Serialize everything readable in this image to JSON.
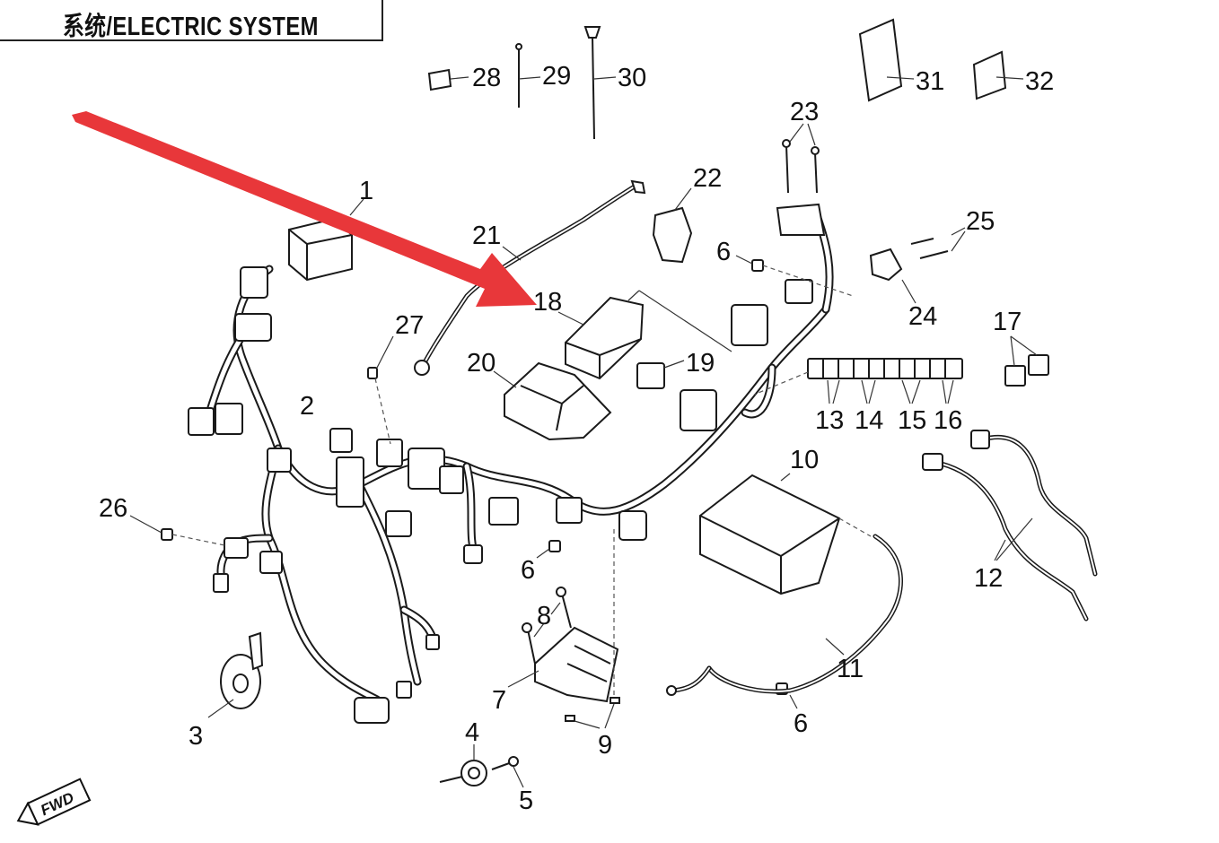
{
  "page": {
    "title": "系统/ELECTRIC SYSTEM",
    "fwd_label": "FWD"
  },
  "highlight": {
    "arrow_color": "#e8373a"
  },
  "callouts": {
    "n1": "1",
    "n2": "2",
    "n3": "3",
    "n4": "4",
    "n5": "5",
    "n6a": "6",
    "n6b": "6",
    "n6c": "6",
    "n7": "7",
    "n8": "8",
    "n9": "9",
    "n10": "10",
    "n11": "11",
    "n12": "12",
    "n13": "13",
    "n14": "14",
    "n15": "15",
    "n16": "16",
    "n17": "17",
    "n18": "18",
    "n19": "19",
    "n20": "20",
    "n21": "21",
    "n22": "22",
    "n23": "23",
    "n24": "24",
    "n25": "25",
    "n26": "26",
    "n27": "27",
    "n28": "28",
    "n29": "29",
    "n30": "30",
    "n31": "31",
    "n32": "32"
  },
  "icons": {
    "fwd": "fwd-direction-icon",
    "arrow": "red-pointer-arrow-icon"
  }
}
